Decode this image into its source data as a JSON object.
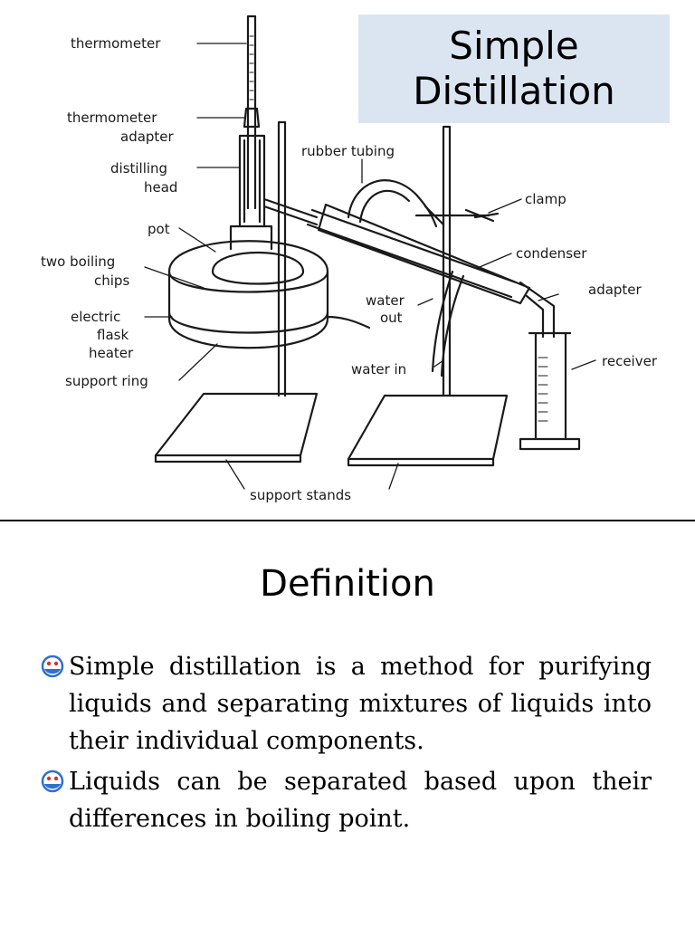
{
  "title": {
    "line1": "Simple",
    "line2": "Distillation"
  },
  "diagram": {
    "labels": {
      "thermometer": "thermometer",
      "thermometer_adapter_1": "thermometer",
      "thermometer_adapter_2": "adapter",
      "distilling_head_1": "distilling",
      "distilling_head_2": "head",
      "pot": "pot",
      "boiling_chips_1": "two boiling",
      "boiling_chips_2": "chips",
      "heater_1": "electric",
      "heater_2": "flask",
      "heater_3": "heater",
      "support_ring": "support ring",
      "rubber_tubing": "rubber tubing",
      "clamp": "clamp",
      "condenser": "condenser",
      "water_out_1": "water",
      "water_out_2": "out",
      "adapter": "adapter",
      "water_in": "water in",
      "receiver": "receiver",
      "support_stands": "support stands"
    }
  },
  "definition": {
    "heading": "Definition",
    "bullets": [
      "Simple distillation is a method for purifying liquids and separating mixtures of liquids into their individual components.",
      "Liquids can be separated based upon their differences in boiling point."
    ],
    "bullet_icon": "smiley-face-icon",
    "accent_color": "#dbe5f1"
  }
}
